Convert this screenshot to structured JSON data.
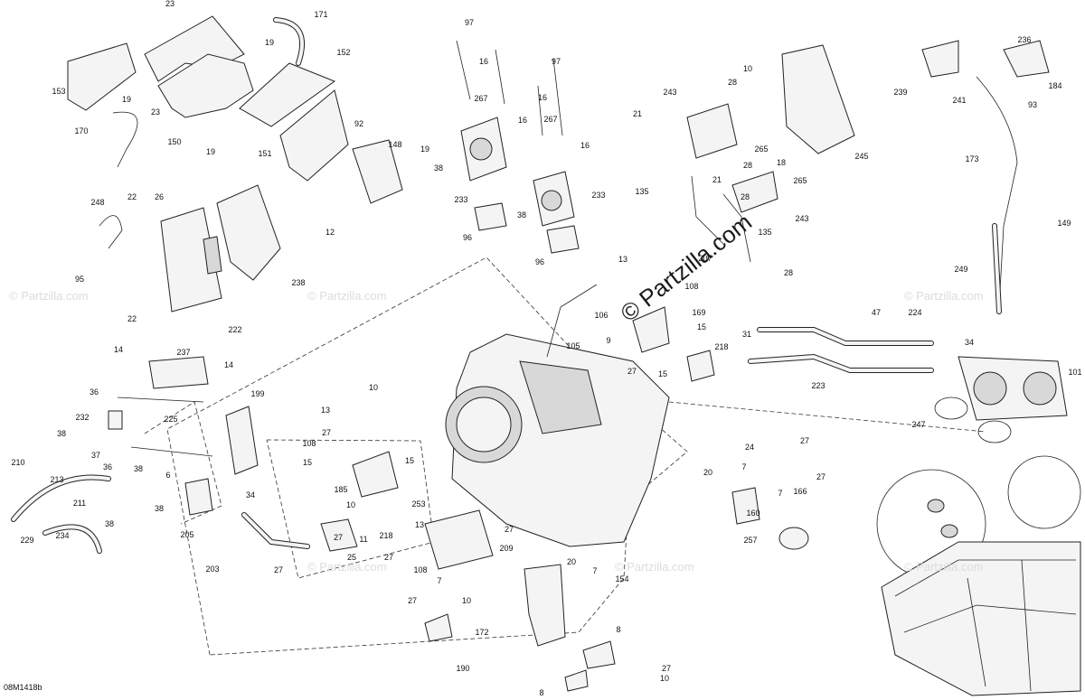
{
  "diagram_code": "08M1418b",
  "watermark": "© Partzilla.com",
  "watermark_main": "© Partzilla.com",
  "callouts": [
    "23",
    "171",
    "19",
    "152",
    "153",
    "19",
    "23",
    "150",
    "19",
    "170",
    "151",
    "92",
    "148",
    "19",
    "12",
    "248",
    "22",
    "26",
    "95",
    "22",
    "222",
    "238",
    "97",
    "16",
    "267",
    "16",
    "38",
    "233",
    "96",
    "97",
    "16",
    "267",
    "16",
    "38",
    "233",
    "96",
    "243",
    "21",
    "28",
    "265",
    "28",
    "21",
    "28",
    "265",
    "243",
    "135",
    "28",
    "135",
    "10",
    "18",
    "245",
    "236",
    "239",
    "241",
    "93",
    "184",
    "173",
    "149",
    "249",
    "13",
    "207",
    "108",
    "169",
    "105",
    "106",
    "9",
    "27",
    "15",
    "218",
    "15",
    "31",
    "47",
    "224",
    "223",
    "34",
    "101",
    "247",
    "14",
    "237",
    "14",
    "36",
    "225",
    "199",
    "232",
    "38",
    "37",
    "36",
    "6",
    "38",
    "38",
    "210",
    "213",
    "211",
    "38",
    "229",
    "234",
    "205",
    "34",
    "203",
    "27",
    "10",
    "13",
    "27",
    "108",
    "15",
    "185",
    "15",
    "10",
    "27",
    "11",
    "218",
    "25",
    "27",
    "253",
    "13",
    "108",
    "27",
    "209",
    "20",
    "7",
    "154",
    "7",
    "27",
    "10",
    "172",
    "190",
    "8",
    "8",
    "27",
    "10",
    "24",
    "27",
    "20",
    "7",
    "27",
    "7",
    "166",
    "160",
    "257"
  ]
}
